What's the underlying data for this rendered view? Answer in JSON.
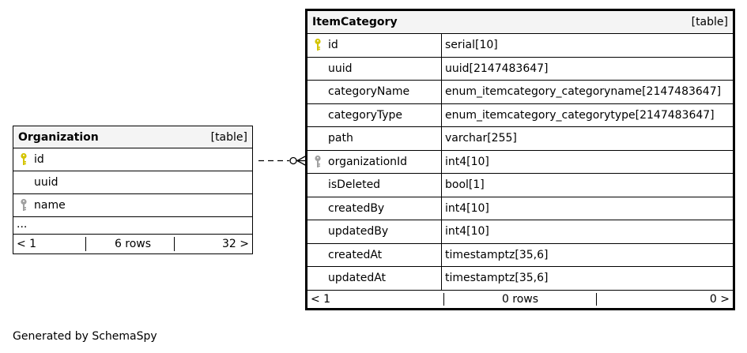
{
  "organization": {
    "name": "Organization",
    "kind": "[table]",
    "rows": [
      {
        "name": "id",
        "key": "primary"
      },
      {
        "name": "uuid",
        "key": "none"
      },
      {
        "name": "name",
        "key": "foreign"
      }
    ],
    "more": "...",
    "footer": {
      "prev": "< 1",
      "count": "6 rows",
      "next": "32 >"
    }
  },
  "item_category": {
    "name": "ItemCategory",
    "kind": "[table]",
    "columns": [
      {
        "name": "id",
        "type": "serial[10]",
        "key": "primary"
      },
      {
        "name": "uuid",
        "type": "uuid[2147483647]",
        "key": "none"
      },
      {
        "name": "categoryName",
        "type": "enum_itemcategory_categoryname[2147483647]",
        "key": "none"
      },
      {
        "name": "categoryType",
        "type": "enum_itemcategory_categorytype[2147483647]",
        "key": "none"
      },
      {
        "name": "path",
        "type": "varchar[255]",
        "key": "none"
      },
      {
        "name": "organizationId",
        "type": "int4[10]",
        "key": "foreign"
      },
      {
        "name": "isDeleted",
        "type": "bool[1]",
        "key": "none"
      },
      {
        "name": "createdBy",
        "type": "int4[10]",
        "key": "none"
      },
      {
        "name": "updatedBy",
        "type": "int4[10]",
        "key": "none"
      },
      {
        "name": "createdAt",
        "type": "timestamptz[35,6]",
        "key": "none"
      },
      {
        "name": "updatedAt",
        "type": "timestamptz[35,6]",
        "key": "none"
      }
    ],
    "footer": {
      "prev": "< 1",
      "count": "0 rows",
      "next": "0 >"
    }
  },
  "generated_by": "Generated by SchemaSpy",
  "colors": {
    "primary_key": "#d4c400",
    "foreign_key": "#a0a0a0",
    "header_bg": "#f4f4f4"
  }
}
